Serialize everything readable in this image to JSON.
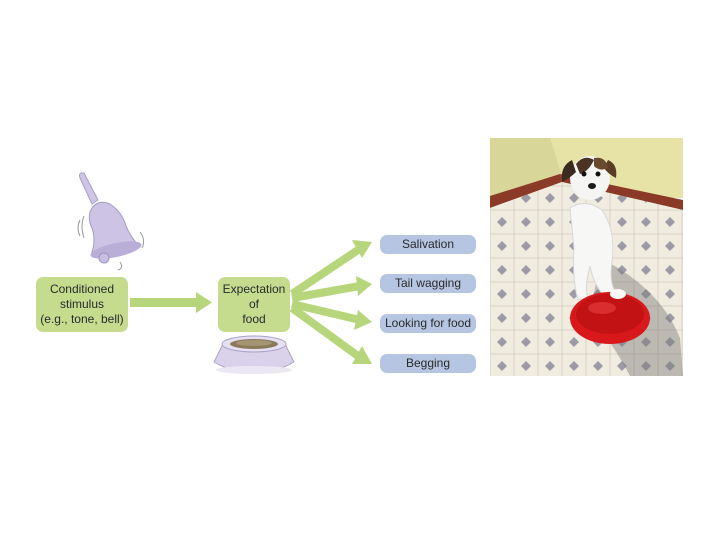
{
  "diagram": {
    "stimulus": "Conditioned\nstimulus\n(e.g., tone, bell)",
    "expectation": "Expectation\nof\nfood",
    "responses": [
      "Salivation",
      "Tail wagging",
      "Looking for food",
      "Begging"
    ]
  },
  "colors": {
    "green_box": "#c5dc8f",
    "green_arrow": "#b7d57a",
    "blue_box": "#b6c6e2",
    "bell": "#cfc6e6",
    "bowl": "#d9d2ea",
    "red_bowl": "#d8181a"
  },
  "icons": [
    "bell-icon",
    "dog-bowl-icon",
    "dog-photo"
  ]
}
